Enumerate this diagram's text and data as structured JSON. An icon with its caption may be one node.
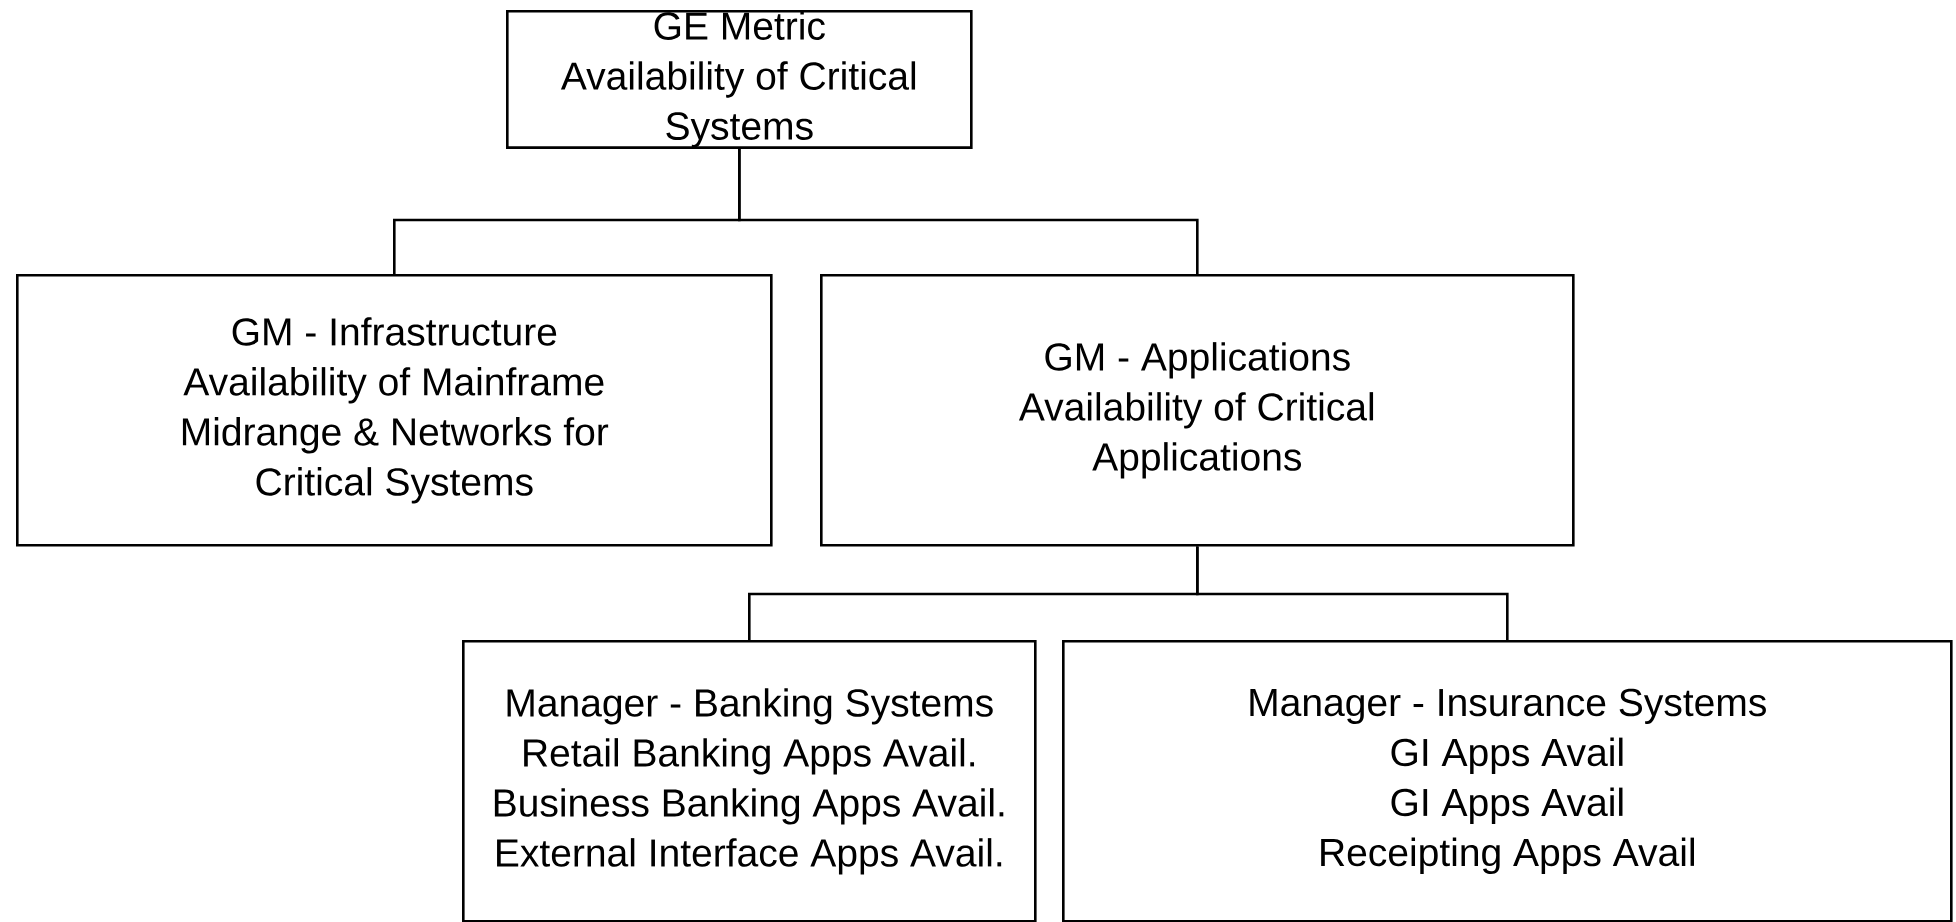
{
  "diagram": {
    "nodes": [
      {
        "text": [
          "GE Metric",
          "Availability of Critical Systems"
        ]
      },
      {
        "text": [
          "GM - Infrastructure",
          "Availability of Mainframe Midrange & Networks for Critical Systems"
        ]
      },
      {
        "text": [
          "GM - Applications",
          "Availability of Critical Applications"
        ]
      },
      {
        "text": [
          "Manager - Banking Systems",
          "Retail Banking Apps Avail.",
          "Business Banking Apps Avail.",
          "External Interface Apps Avail."
        ]
      },
      {
        "text": [
          "Manager - Insurance Systems",
          "GI Apps Avail",
          "GI Apps Avail",
          "Receipting Apps Avail"
        ]
      }
    ],
    "edges": [
      {
        "from": 0,
        "to": 1,
        "arrow": "none"
      },
      {
        "from": 0,
        "to": 2,
        "arrow": "none"
      },
      {
        "from": 2,
        "to": 3,
        "arrow": "none"
      },
      {
        "from": 2,
        "to": 4,
        "arrow": "none"
      }
    ]
  }
}
